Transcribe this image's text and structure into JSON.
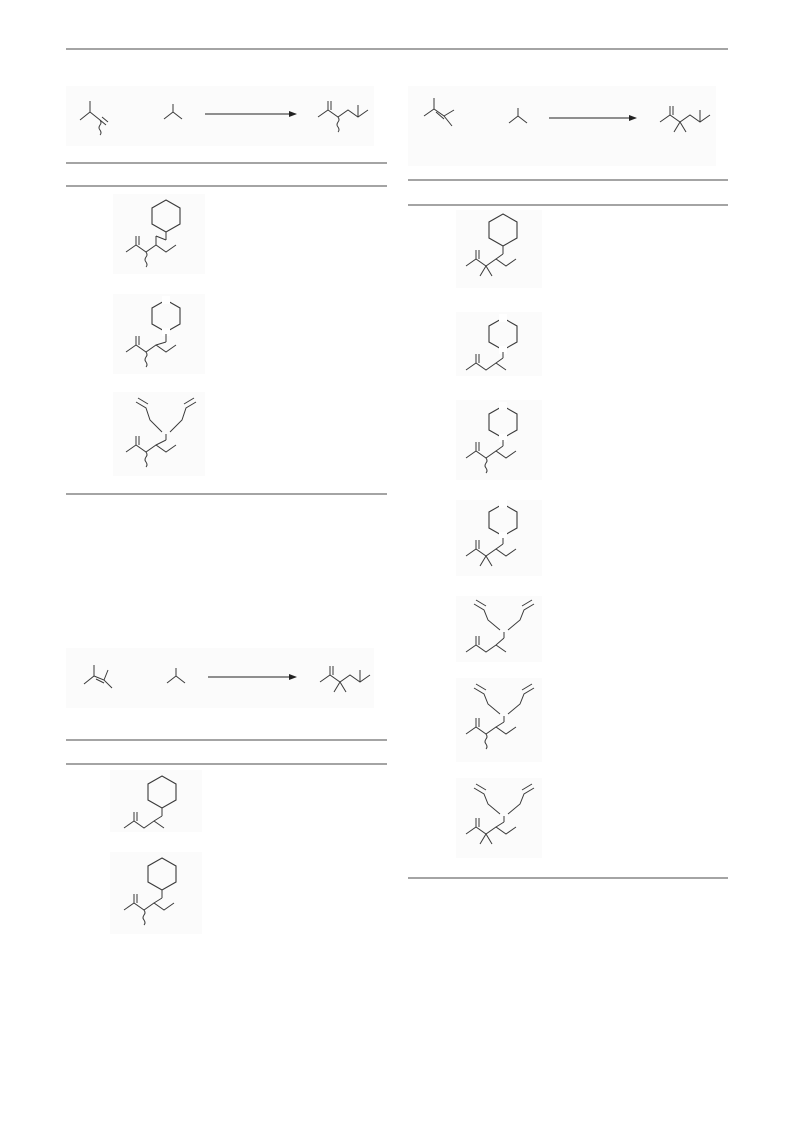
{
  "document": {
    "description_free": true,
    "header_rule": true
  },
  "schemes": [
    {
      "id": "scheme-left-top",
      "reagents": 2,
      "product": 1
    },
    {
      "id": "scheme-right-top",
      "reagents": 2,
      "product": 1
    },
    {
      "id": "scheme-left-bottom",
      "reagents": 2,
      "product": 1
    }
  ],
  "tables": [
    {
      "id": "table-left-top",
      "rows": 3
    },
    {
      "id": "table-right",
      "rows": 7
    },
    {
      "id": "table-left-bottom",
      "rows": 2
    }
  ]
}
